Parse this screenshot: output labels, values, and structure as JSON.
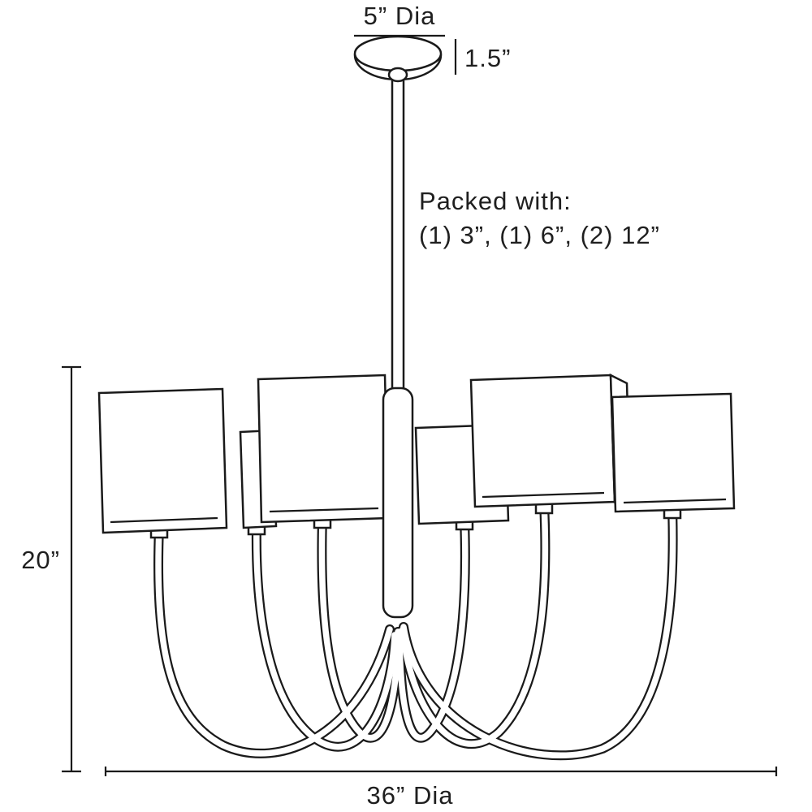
{
  "diagram": {
    "title": "chandelier-dimension-drawing",
    "labels": {
      "top_diameter": "5” Dia",
      "canopy_height": "1.5”",
      "packed_line1": "Packed with:",
      "packed_line2": "(1) 3”, (1) 6”, (2) 12”",
      "fixture_height": "20”",
      "bottom_diameter": "36” Dia"
    },
    "colors": {
      "line": "#1a1a1a",
      "background": "#ffffff"
    }
  }
}
